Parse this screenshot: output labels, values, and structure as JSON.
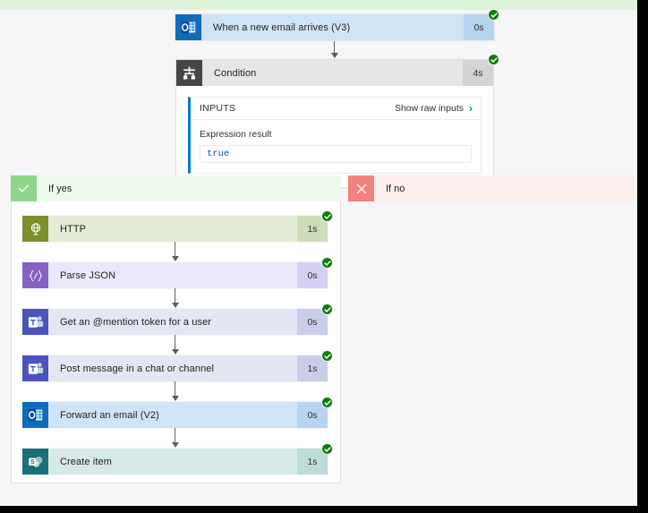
{
  "theme": {
    "accent_blue": "#0078d4",
    "success_green": "#107c10",
    "yes_green": "#8fd58d",
    "no_red": "#f2827f",
    "page_background": "#f6f5f7"
  },
  "trigger": {
    "icon": "outlook-icon",
    "title": "When a new email arrives (V3)",
    "duration": "0s",
    "status": "succeeded"
  },
  "condition": {
    "icon": "condition-icon",
    "title": "Condition",
    "duration": "4s",
    "status": "succeeded",
    "inputs": {
      "section_label": "INPUTS",
      "show_raw_label": "Show raw inputs",
      "chevron": "›",
      "expression_result_label": "Expression result",
      "expression_result_value": "true"
    }
  },
  "branches": {
    "yes": {
      "icon": "check-icon",
      "label": "If yes",
      "actions": [
        {
          "id": "http",
          "icon": "http-globe-icon",
          "title": "HTTP",
          "duration": "1s",
          "status": "succeeded"
        },
        {
          "id": "json",
          "icon": "parse-json-icon",
          "title": "Parse JSON",
          "duration": "0s",
          "status": "succeeded"
        },
        {
          "id": "mention",
          "icon": "teams-icon",
          "title": "Get an @mention token for a user",
          "duration": "0s",
          "status": "succeeded"
        },
        {
          "id": "post",
          "icon": "teams-icon",
          "title": "Post message in a chat or channel",
          "duration": "1s",
          "status": "succeeded"
        },
        {
          "id": "forward",
          "icon": "outlook-icon",
          "title": "Forward an email (V2)",
          "duration": "0s",
          "status": "succeeded"
        },
        {
          "id": "create",
          "icon": "sharepoint-icon",
          "title": "Create item",
          "duration": "1s",
          "status": "succeeded"
        }
      ]
    },
    "no": {
      "icon": "close-icon",
      "label": "If no",
      "actions": []
    }
  }
}
